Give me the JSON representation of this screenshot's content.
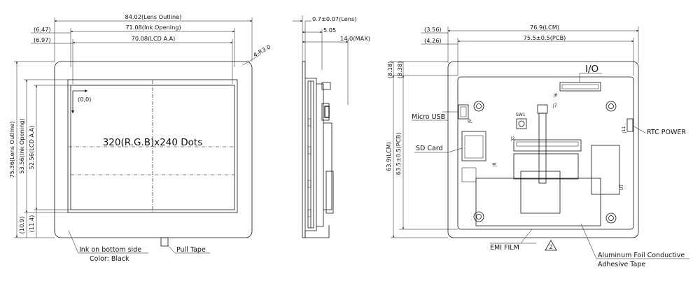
{
  "front_view": {
    "dims_top": [
      "84.02(Lens Outline)",
      "71.08(Ink Opening)",
      "70.08(LCD A.A)"
    ],
    "dims_left_small": [
      "(6.47)",
      "(6.97)"
    ],
    "dims_vertical": [
      "75.36(Lens Outline)",
      "53.56(Ink Opening)",
      "52.56(LCD A.A)"
    ],
    "dims_bottom_small": [
      "(10.9)",
      "(11.4)"
    ],
    "corner_radius": "4-R3.0",
    "origin": "(0,0)",
    "resolution": "320(R.G.B)x240 Dots",
    "ink_note": "Ink on bottom side",
    "ink_color": "Color: Black",
    "pull_tape": "Pull Tape"
  },
  "side_view": {
    "lens_thickness": "0.7±0.07(Lens)",
    "depth": "5.05",
    "max_depth": "14.0(MAX)"
  },
  "rear_view": {
    "dims_top": [
      "76.9(LCM)",
      "75.5±0.5(PCB)"
    ],
    "dims_left_small": [
      "(3.56)",
      "(4.26)"
    ],
    "dims_top_small": [
      "(8.18)",
      "(8.38)"
    ],
    "dims_vertical": [
      "63.9(LCM)",
      "63.5±0.5(PCB)"
    ],
    "io": "I/O",
    "j6": "J6",
    "micro_usb": "Micro USB",
    "j9": "J9",
    "sw1": "SW1",
    "j7": "J7",
    "j2": "J2",
    "rtc_power": "RTC POWER",
    "j11": "J11",
    "sd_card": "SD Card",
    "j8": "J8",
    "u7": "U7",
    "emi_film": "EMI FILM",
    "rev_mark": "2",
    "foil_line1": "Aluminum Foil Conductive",
    "foil_line2": "Adhesive Tape"
  }
}
